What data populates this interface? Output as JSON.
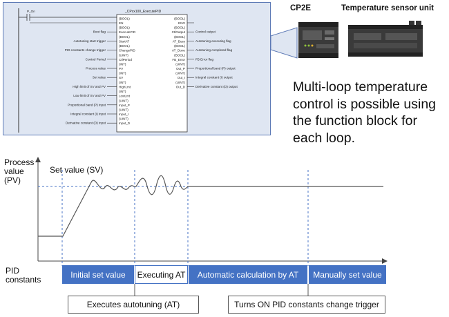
{
  "function_block": {
    "enable_contact": "P_On",
    "instance_name": "_CPxx100_ExecutePID",
    "left_pins": [
      {
        "type": "(BOOL)",
        "pin": "EN",
        "label": ""
      },
      {
        "type": "(BOOL)",
        "pin": "ExecutePID",
        "label": "Boot flag"
      },
      {
        "type": "(BOOL)",
        "pin": "StartAT",
        "label": "Autotuning start trigger"
      },
      {
        "type": "(BOOL)",
        "pin": "ChangePID",
        "label": "PID constants change trigger"
      },
      {
        "type": "(UINT)",
        "pin": "CtlPeriod",
        "label": "Control Period"
      },
      {
        "type": "(INT)",
        "pin": "PV",
        "label": "Process value"
      },
      {
        "type": "(INT)",
        "pin": "SV",
        "label": "Set value"
      },
      {
        "type": "(INT)",
        "pin": "HighLmt",
        "label": "High limit of SV and PV"
      },
      {
        "type": "(INT)",
        "pin": "LowLmt",
        "label": "Low limit of SV and PV"
      },
      {
        "type": "(UINT)",
        "pin": "Input_P",
        "label": "Proportional band (P) input"
      },
      {
        "type": "(UINT)",
        "pin": "Input_I",
        "label": "Integral constant (I) input"
      },
      {
        "type": "(UINT)",
        "pin": "Input_D",
        "label": "Derivative constant (D) input"
      }
    ],
    "right_pins": [
      {
        "type": "(BOOL)",
        "pin": "ENO",
        "label": ""
      },
      {
        "type": "(BOOL)",
        "pin": "CtlOutput",
        "label": "Control output"
      },
      {
        "type": "(BOOL)",
        "pin": "AT_Busy",
        "label": "Autotuning executing flag"
      },
      {
        "type": "(BOOL)",
        "pin": "AT_Done",
        "label": "Autotuning completed flag"
      },
      {
        "type": "(BOOL)",
        "pin": "FB_Error",
        "label": "FB Error flag"
      },
      {
        "type": "(UINT)",
        "pin": "Out_P",
        "label": "Proportional band (P) output"
      },
      {
        "type": "(UINT)",
        "pin": "Out_I",
        "label": "Integral constant (I) output"
      },
      {
        "type": "(UINT)",
        "pin": "Out_D",
        "label": "Derivative constant (D) output"
      }
    ]
  },
  "hardware": {
    "cpu_label": "CP2E",
    "unit_label": "Temperature sensor unit"
  },
  "description": "Multi-loop temperature control is possible using the function block for each loop.",
  "chart": {
    "y_axis_label_lines": [
      "Process",
      "value",
      "(PV)"
    ],
    "sv_label": "Set value (SV)",
    "row_label_lines": [
      "PID",
      "constants"
    ],
    "segments": [
      {
        "label": "Initial set value",
        "style": "blue"
      },
      {
        "label": "Executing AT",
        "style": "white"
      },
      {
        "label": "Automatic calculation by AT",
        "style": "blue"
      },
      {
        "label": "Manually set value",
        "style": "blue"
      }
    ],
    "callouts": [
      {
        "label": "Executes autotuning (AT)"
      },
      {
        "label": "Turns ON PID constants change trigger"
      }
    ],
    "colors": {
      "blue": "#4472c4",
      "line": "#555555"
    }
  }
}
